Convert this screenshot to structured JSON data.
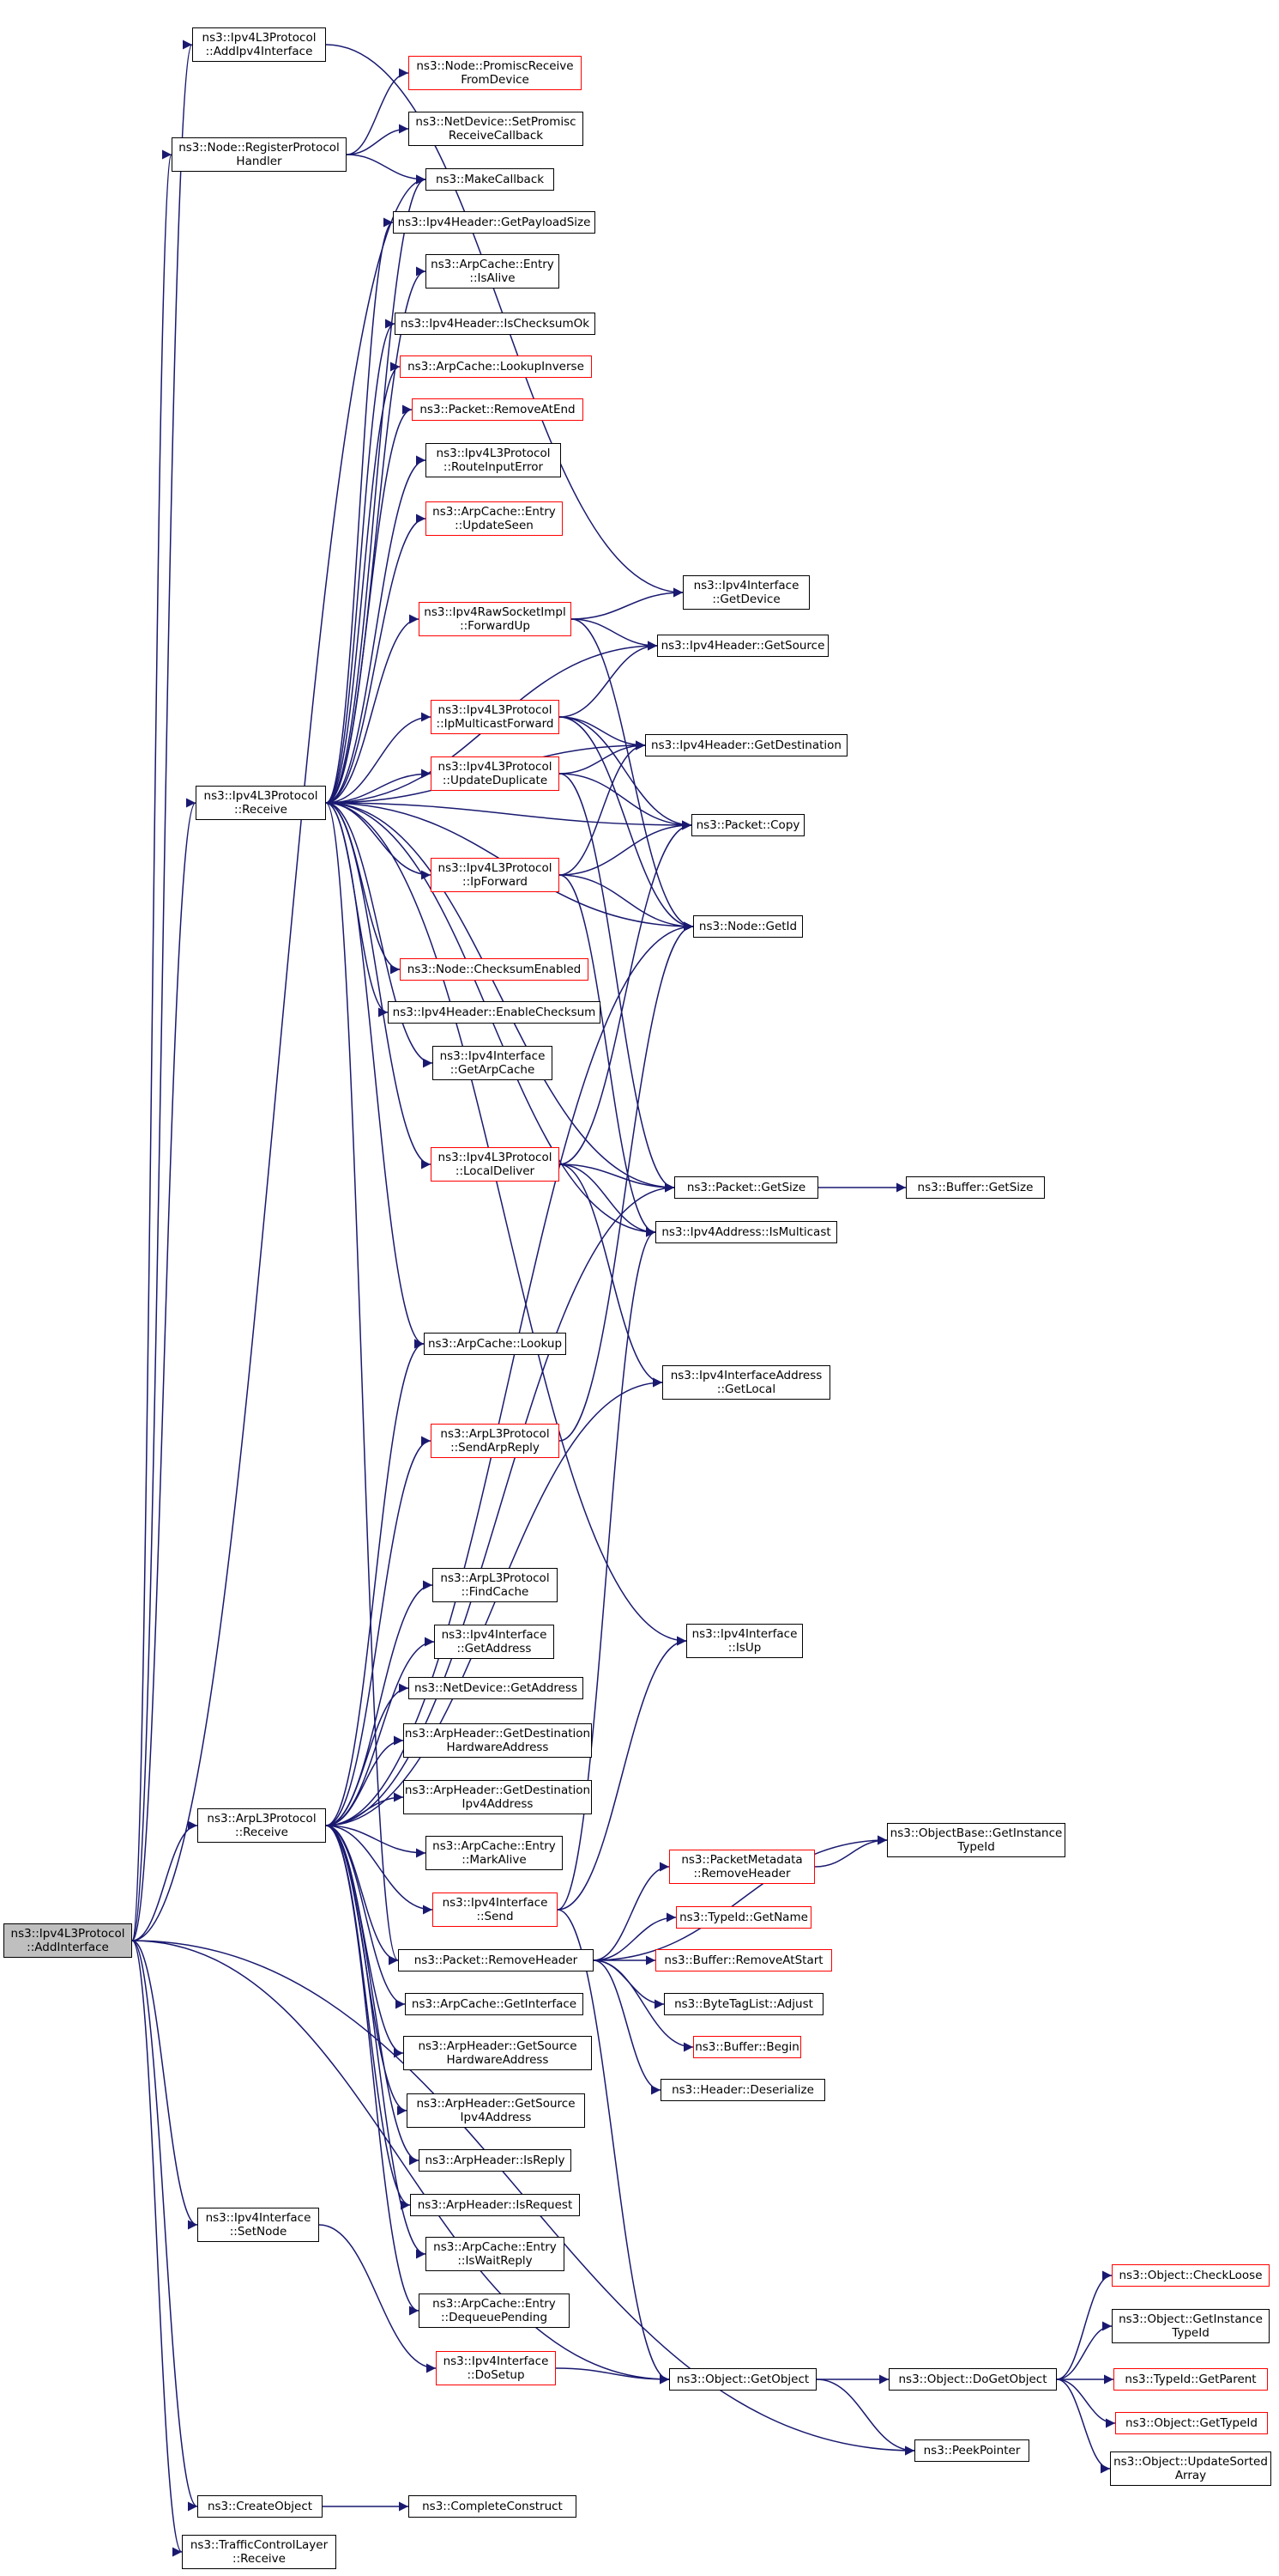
{
  "colors": {
    "edge": "#191970",
    "box_border": "#000000",
    "truncated_border": "#ff0000",
    "focus_fill": "#bfbfbf"
  },
  "nodes": [
    {
      "id": "n_addiface",
      "lines": [
        "ns3::Ipv4L3Protocol",
        "::AddInterface"
      ],
      "focus": true
    },
    {
      "id": "n_addipv4iface",
      "lines": [
        "ns3::Ipv4L3Protocol",
        "::AddIpv4Interface"
      ]
    },
    {
      "id": "n_promisc",
      "lines": [
        "ns3::Node::PromiscReceive",
        "FromDevice"
      ],
      "red": true
    },
    {
      "id": "n_regproto",
      "lines": [
        "ns3::Node::RegisterProtocol",
        "Handler"
      ]
    },
    {
      "id": "n_setpromisc",
      "lines": [
        "ns3::NetDevice::SetPromisc",
        "ReceiveCallback"
      ]
    },
    {
      "id": "n_makecb",
      "lines": [
        "ns3::MakeCallback"
      ]
    },
    {
      "id": "n_getpayload",
      "lines": [
        "ns3::Ipv4Header::GetPayloadSize"
      ]
    },
    {
      "id": "n_isalive",
      "lines": [
        "ns3::ArpCache::Entry",
        "::IsAlive"
      ]
    },
    {
      "id": "n_checksumok",
      "lines": [
        "ns3::Ipv4Header::IsChecksumOk"
      ]
    },
    {
      "id": "n_lookupinv",
      "lines": [
        "ns3::ArpCache::LookupInverse"
      ],
      "red": true
    },
    {
      "id": "n_removeatend",
      "lines": [
        "ns3::Packet::RemoveAtEnd"
      ],
      "red": true
    },
    {
      "id": "n_routeinerr",
      "lines": [
        "ns3::Ipv4L3Protocol",
        "::RouteInputError"
      ]
    },
    {
      "id": "n_updateseen",
      "lines": [
        "ns3::ArpCache::Entry",
        "::UpdateSeen"
      ],
      "red": true
    },
    {
      "id": "n_getdevice",
      "lines": [
        "ns3::Ipv4Interface",
        "::GetDevice"
      ]
    },
    {
      "id": "n_forwardup",
      "lines": [
        "ns3::Ipv4RawSocketImpl",
        "::ForwardUp"
      ],
      "red": true
    },
    {
      "id": "n_getsource",
      "lines": [
        "ns3::Ipv4Header::GetSource"
      ]
    },
    {
      "id": "n_ipmcast",
      "lines": [
        "ns3::Ipv4L3Protocol",
        "::IpMulticastForward"
      ],
      "red": true
    },
    {
      "id": "n_getdest",
      "lines": [
        "ns3::Ipv4Header::GetDestination"
      ]
    },
    {
      "id": "n_ipv4recv",
      "lines": [
        "ns3::Ipv4L3Protocol",
        "::Receive"
      ]
    },
    {
      "id": "n_updatedup",
      "lines": [
        "ns3::Ipv4L3Protocol",
        "::UpdateDuplicate"
      ],
      "red": true
    },
    {
      "id": "n_pktcopy",
      "lines": [
        "ns3::Packet::Copy"
      ]
    },
    {
      "id": "n_ipforward",
      "lines": [
        "ns3::Ipv4L3Protocol",
        "::IpForward"
      ],
      "red": true
    },
    {
      "id": "n_nodegetid",
      "lines": [
        "ns3::Node::GetId"
      ]
    },
    {
      "id": "n_chksumen",
      "lines": [
        "ns3::Node::ChecksumEnabled"
      ],
      "red": true
    },
    {
      "id": "n_enchksum",
      "lines": [
        "ns3::Ipv4Header::EnableChecksum"
      ]
    },
    {
      "id": "n_getarpcache",
      "lines": [
        "ns3::Ipv4Interface",
        "::GetArpCache"
      ]
    },
    {
      "id": "n_localdeliver",
      "lines": [
        "ns3::Ipv4L3Protocol",
        "::LocalDeliver"
      ],
      "red": true
    },
    {
      "id": "n_pktgetsize",
      "lines": [
        "ns3::Packet::GetSize"
      ]
    },
    {
      "id": "n_bufgetsize",
      "lines": [
        "ns3::Buffer::GetSize"
      ]
    },
    {
      "id": "n_ismcast",
      "lines": [
        "ns3::Ipv4Address::IsMulticast"
      ]
    },
    {
      "id": "n_arplookup",
      "lines": [
        "ns3::ArpCache::Lookup"
      ]
    },
    {
      "id": "n_getlocal",
      "lines": [
        "ns3::Ipv4InterfaceAddress",
        "::GetLocal"
      ]
    },
    {
      "id": "n_sendarpreply",
      "lines": [
        "ns3::ArpL3Protocol",
        "::SendArpReply"
      ],
      "red": true
    },
    {
      "id": "n_findcache",
      "lines": [
        "ns3::ArpL3Protocol",
        "::FindCache"
      ]
    },
    {
      "id": "n_ifgetaddr",
      "lines": [
        "ns3::Ipv4Interface",
        "::GetAddress"
      ]
    },
    {
      "id": "n_isup",
      "lines": [
        "ns3::Ipv4Interface",
        "::IsUp"
      ]
    },
    {
      "id": "n_ndgetaddr",
      "lines": [
        "ns3::NetDevice::GetAddress"
      ]
    },
    {
      "id": "n_arpdesthw",
      "lines": [
        "ns3::ArpHeader::GetDestination",
        "HardwareAddress"
      ]
    },
    {
      "id": "n_arpdestip",
      "lines": [
        "ns3::ArpHeader::GetDestination",
        "Ipv4Address"
      ]
    },
    {
      "id": "n_arprecv",
      "lines": [
        "ns3::ArpL3Protocol",
        "::Receive"
      ]
    },
    {
      "id": "n_getinsttype",
      "lines": [
        "ns3::ObjectBase::GetInstance",
        "TypeId"
      ]
    },
    {
      "id": "n_markalive",
      "lines": [
        "ns3::ArpCache::Entry",
        "::MarkAlive"
      ]
    },
    {
      "id": "n_pmremovehdr",
      "lines": [
        "ns3::PacketMetadata",
        "::RemoveHeader"
      ],
      "red": true
    },
    {
      "id": "n_ifsend",
      "lines": [
        "ns3::Ipv4Interface",
        "::Send"
      ],
      "red": true
    },
    {
      "id": "n_typegetname",
      "lines": [
        "ns3::TypeId::GetName"
      ],
      "red": true
    },
    {
      "id": "n_pktremovehdr",
      "lines": [
        "ns3::Packet::RemoveHeader"
      ]
    },
    {
      "id": "n_bufremoveatstart",
      "lines": [
        "ns3::Buffer::RemoveAtStart"
      ],
      "red": true
    },
    {
      "id": "n_arpgetiface",
      "lines": [
        "ns3::ArpCache::GetInterface"
      ]
    },
    {
      "id": "n_btladjust",
      "lines": [
        "ns3::ByteTagList::Adjust"
      ]
    },
    {
      "id": "n_bufbegin",
      "lines": [
        "ns3::Buffer::Begin"
      ],
      "red": true
    },
    {
      "id": "n_arpsrchw",
      "lines": [
        "ns3::ArpHeader::GetSource",
        "HardwareAddress"
      ]
    },
    {
      "id": "n_hdrdeser",
      "lines": [
        "ns3::Header::Deserialize"
      ]
    },
    {
      "id": "n_arpsrcip",
      "lines": [
        "ns3::ArpHeader::GetSource",
        "Ipv4Address"
      ]
    },
    {
      "id": "n_isreply",
      "lines": [
        "ns3::ArpHeader::IsReply"
      ]
    },
    {
      "id": "n_isrequest",
      "lines": [
        "ns3::ArpHeader::IsRequest"
      ]
    },
    {
      "id": "n_setnode",
      "lines": [
        "ns3::Ipv4Interface",
        "::SetNode"
      ]
    },
    {
      "id": "n_iswaitreply",
      "lines": [
        "ns3::ArpCache::Entry",
        "::IsWaitReply"
      ]
    },
    {
      "id": "n_checkloose",
      "lines": [
        "ns3::Object::CheckLoose"
      ],
      "red": true
    },
    {
      "id": "n_dequeue",
      "lines": [
        "ns3::ArpCache::Entry",
        "::DequeuePending"
      ]
    },
    {
      "id": "n_objgetinst",
      "lines": [
        "ns3::Object::GetInstance",
        "TypeId"
      ]
    },
    {
      "id": "n_dosetup",
      "lines": [
        "ns3::Ipv4Interface",
        "::DoSetup"
      ],
      "red": true
    },
    {
      "id": "n_getobject",
      "lines": [
        "ns3::Object::GetObject"
      ]
    },
    {
      "id": "n_dogetobject",
      "lines": [
        "ns3::Object::DoGetObject"
      ]
    },
    {
      "id": "n_getparent",
      "lines": [
        "ns3::TypeId::GetParent"
      ],
      "red": true
    },
    {
      "id": "n_objgettype",
      "lines": [
        "ns3::Object::GetTypeId"
      ],
      "red": true
    },
    {
      "id": "n_peekptr",
      "lines": [
        "ns3::PeekPointer"
      ]
    },
    {
      "id": "n_updsorted",
      "lines": [
        "ns3::Object::UpdateSorted",
        "Array"
      ]
    },
    {
      "id": "n_createobj",
      "lines": [
        "ns3::CreateObject"
      ]
    },
    {
      "id": "n_completeconstruct",
      "lines": [
        "ns3::CompleteConstruct"
      ]
    },
    {
      "id": "n_tclrecv",
      "lines": [
        "ns3::TrafficControlLayer",
        "::Receive"
      ]
    }
  ],
  "edges": [
    [
      "n_addiface",
      "n_addipv4iface"
    ],
    [
      "n_addiface",
      "n_regproto"
    ],
    [
      "n_addiface",
      "n_makecb"
    ],
    [
      "n_addiface",
      "n_ipv4recv"
    ],
    [
      "n_addiface",
      "n_arprecv"
    ],
    [
      "n_addiface",
      "n_setnode"
    ],
    [
      "n_addiface",
      "n_getobject"
    ],
    [
      "n_addiface",
      "n_peekptr"
    ],
    [
      "n_addiface",
      "n_createobj"
    ],
    [
      "n_addiface",
      "n_tclrecv"
    ],
    [
      "n_addipv4iface",
      "n_getdevice"
    ],
    [
      "n_regproto",
      "n_promisc"
    ],
    [
      "n_regproto",
      "n_setpromisc"
    ],
    [
      "n_regproto",
      "n_makecb"
    ],
    [
      "n_ipv4recv",
      "n_makecb"
    ],
    [
      "n_ipv4recv",
      "n_getpayload"
    ],
    [
      "n_ipv4recv",
      "n_isalive"
    ],
    [
      "n_ipv4recv",
      "n_checksumok"
    ],
    [
      "n_ipv4recv",
      "n_lookupinv"
    ],
    [
      "n_ipv4recv",
      "n_removeatend"
    ],
    [
      "n_ipv4recv",
      "n_routeinerr"
    ],
    [
      "n_ipv4recv",
      "n_updateseen"
    ],
    [
      "n_ipv4recv",
      "n_forwardup"
    ],
    [
      "n_ipv4recv",
      "n_getsource"
    ],
    [
      "n_ipv4recv",
      "n_ipmcast"
    ],
    [
      "n_ipv4recv",
      "n_getdest"
    ],
    [
      "n_ipv4recv",
      "n_updatedup"
    ],
    [
      "n_ipv4recv",
      "n_pktcopy"
    ],
    [
      "n_ipv4recv",
      "n_ipforward"
    ],
    [
      "n_ipv4recv",
      "n_nodegetid"
    ],
    [
      "n_ipv4recv",
      "n_chksumen"
    ],
    [
      "n_ipv4recv",
      "n_enchksum"
    ],
    [
      "n_ipv4recv",
      "n_getarpcache"
    ],
    [
      "n_ipv4recv",
      "n_localdeliver"
    ],
    [
      "n_ipv4recv",
      "n_pktgetsize"
    ],
    [
      "n_ipv4recv",
      "n_ismcast"
    ],
    [
      "n_ipv4recv",
      "n_arplookup"
    ],
    [
      "n_ipv4recv",
      "n_isup"
    ],
    [
      "n_ipv4recv",
      "n_pktremovehdr"
    ],
    [
      "n_forwardup",
      "n_getdevice"
    ],
    [
      "n_forwardup",
      "n_getsource"
    ],
    [
      "n_forwardup",
      "n_nodegetid"
    ],
    [
      "n_ipmcast",
      "n_getsource"
    ],
    [
      "n_ipmcast",
      "n_getdest"
    ],
    [
      "n_ipmcast",
      "n_pktcopy"
    ],
    [
      "n_ipmcast",
      "n_nodegetid"
    ],
    [
      "n_updatedup",
      "n_getdest"
    ],
    [
      "n_updatedup",
      "n_pktcopy"
    ],
    [
      "n_updatedup",
      "n_pktgetsize"
    ],
    [
      "n_ipforward",
      "n_getdest"
    ],
    [
      "n_ipforward",
      "n_pktcopy"
    ],
    [
      "n_ipforward",
      "n_nodegetid"
    ],
    [
      "n_ipforward",
      "n_ismcast"
    ],
    [
      "n_localdeliver",
      "n_pktcopy"
    ],
    [
      "n_localdeliver",
      "n_pktgetsize"
    ],
    [
      "n_localdeliver",
      "n_ismcast"
    ],
    [
      "n_localdeliver",
      "n_getlocal"
    ],
    [
      "n_pktgetsize",
      "n_bufgetsize"
    ],
    [
      "n_sendarpreply",
      "n_nodegetid"
    ],
    [
      "n_arprecv",
      "n_arplookup"
    ],
    [
      "n_arprecv",
      "n_sendarpreply"
    ],
    [
      "n_arprecv",
      "n_getlocal"
    ],
    [
      "n_arprecv",
      "n_findcache"
    ],
    [
      "n_arprecv",
      "n_ifgetaddr"
    ],
    [
      "n_arprecv",
      "n_ndgetaddr"
    ],
    [
      "n_arprecv",
      "n_arpdesthw"
    ],
    [
      "n_arprecv",
      "n_arpdestip"
    ],
    [
      "n_arprecv",
      "n_markalive"
    ],
    [
      "n_arprecv",
      "n_ifsend"
    ],
    [
      "n_arprecv",
      "n_pktremovehdr"
    ],
    [
      "n_arprecv",
      "n_arpgetiface"
    ],
    [
      "n_arprecv",
      "n_arpsrchw"
    ],
    [
      "n_arprecv",
      "n_arpsrcip"
    ],
    [
      "n_arprecv",
      "n_isreply"
    ],
    [
      "n_arprecv",
      "n_isrequest"
    ],
    [
      "n_arprecv",
      "n_iswaitreply"
    ],
    [
      "n_arprecv",
      "n_dequeue"
    ],
    [
      "n_arprecv",
      "n_nodegetid"
    ],
    [
      "n_arprecv",
      "n_pktgetsize"
    ],
    [
      "n_ifsend",
      "n_isup"
    ],
    [
      "n_ifsend",
      "n_getobject"
    ],
    [
      "n_ifsend",
      "n_ismcast"
    ],
    [
      "n_pmremovehdr",
      "n_getinsttype"
    ],
    [
      "n_pktremovehdr",
      "n_getinsttype"
    ],
    [
      "n_pktremovehdr",
      "n_pmremovehdr"
    ],
    [
      "n_pktremovehdr",
      "n_typegetname"
    ],
    [
      "n_pktremovehdr",
      "n_bufremoveatstart"
    ],
    [
      "n_pktremovehdr",
      "n_btladjust"
    ],
    [
      "n_pktremovehdr",
      "n_bufbegin"
    ],
    [
      "n_pktremovehdr",
      "n_hdrdeser"
    ],
    [
      "n_setnode",
      "n_dosetup"
    ],
    [
      "n_dosetup",
      "n_getobject"
    ],
    [
      "n_getobject",
      "n_dogetobject"
    ],
    [
      "n_getobject",
      "n_peekptr"
    ],
    [
      "n_dogetobject",
      "n_checkloose"
    ],
    [
      "n_dogetobject",
      "n_objgetinst"
    ],
    [
      "n_dogetobject",
      "n_getparent"
    ],
    [
      "n_dogetobject",
      "n_objgettype"
    ],
    [
      "n_dogetobject",
      "n_updsorted"
    ],
    [
      "n_createobj",
      "n_completeconstruct"
    ]
  ]
}
